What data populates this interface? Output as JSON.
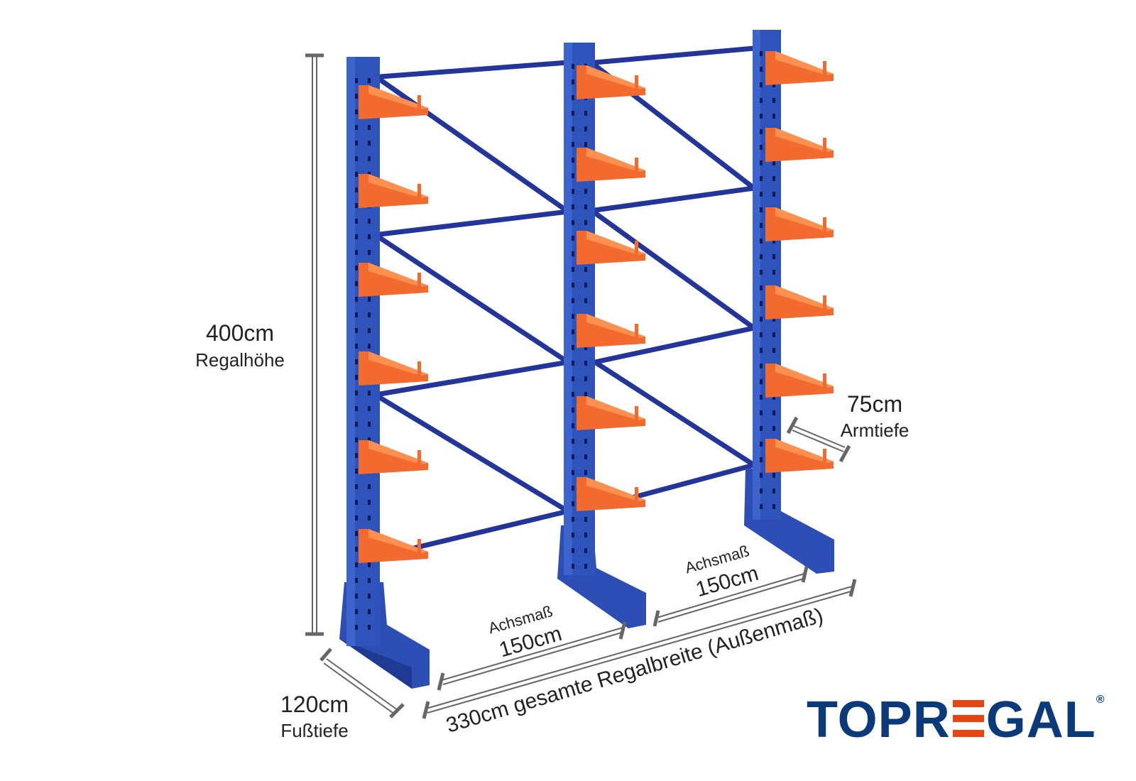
{
  "dimensions": {
    "height": {
      "value": "400cm",
      "label": "Regalhöhe"
    },
    "arm_depth": {
      "value": "75cm",
      "label": "Armtiefe"
    },
    "axis_1": {
      "label": "Achsmaß",
      "value": "150cm"
    },
    "axis_2": {
      "label": "Achsmaß",
      "value": "150cm"
    },
    "total_width": "330cm gesamte Regalbreite  (Außenmaß)",
    "foot_depth": {
      "value": "120cm",
      "label": "Fußtiefe"
    }
  },
  "logo": {
    "prefix": "TOPR",
    "suffix": "GAL",
    "registered": "®"
  },
  "colors": {
    "upright": "#2b4fb0",
    "arm": "#f26a2e",
    "logo_blue": "#0a3a7a",
    "logo_orange": "#e64512"
  }
}
